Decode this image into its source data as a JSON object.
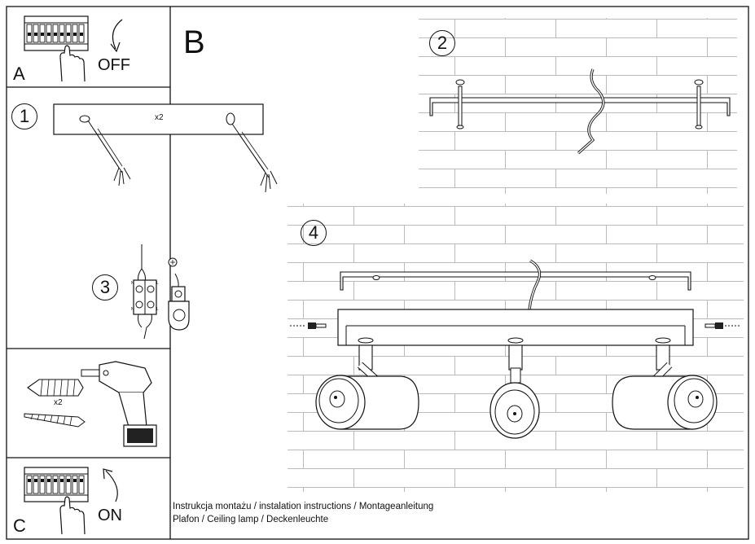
{
  "panels": {
    "a": {
      "letter": "A",
      "action": "OFF"
    },
    "b": {
      "letter": "B"
    },
    "c": {
      "letter": "C",
      "action": "ON"
    }
  },
  "steps": {
    "s1": {
      "number": "1",
      "count_label": "x2"
    },
    "s2": {
      "number": "2"
    },
    "s3": {
      "number": "3",
      "terminal_labels": [
        "N",
        "L",
        "N",
        "L"
      ]
    },
    "s4": {
      "number": "4"
    },
    "drill": {
      "count_label": "x2"
    }
  },
  "caption": {
    "line1": "Instrukcja montażu / instalation instructions / Montageanleitung",
    "line2": "Plafon / Ceiling lamp / Deckenleuchte"
  }
}
